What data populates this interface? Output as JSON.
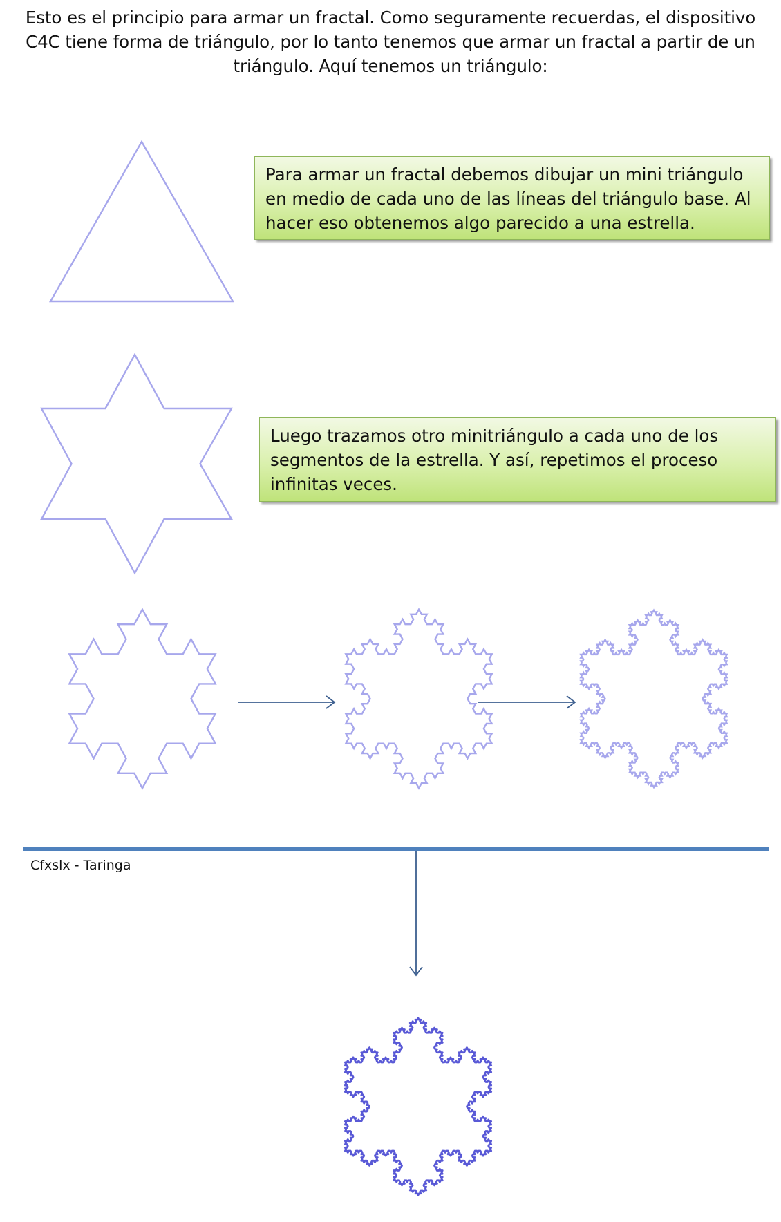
{
  "intro": {
    "text": "Esto es el principio para armar un fractal.  Como seguramente recuerdas, el dispositivo C4C tiene forma de triángulo,  por lo tanto tenemos que armar un fractal a partir de un triángulo. Aquí tenemos un triángulo:"
  },
  "notes": [
    {
      "text": "Para armar un fractal debemos dibujar un mini triángulo en medio de cada uno de las líneas del triángulo base. Al hacer eso obtenemos algo parecido a una estrella."
    },
    {
      "text": "Luego trazamos otro minitriángulo a cada uno de los segmentos de la estrella. Y así, repetimos el proceso infinitas veces."
    }
  ],
  "credit": "Cfxslx - Taringa",
  "figures": {
    "triangle": "triangle-outline",
    "star": "koch-snowflake-iteration-1",
    "snowflake_2": "koch-snowflake-iteration-2",
    "snowflake_3": "koch-snowflake-iteration-3",
    "snowflake_4": "koch-snowflake-iteration-4",
    "snowflake_final": "koch-snowflake-final"
  },
  "colors": {
    "fractal_line": "#a7a7ec",
    "fractal_final": "#5959d6",
    "note_fill": "#daf0ad",
    "note_border": "#8fb65a",
    "divider": "#4f81bd",
    "arrow": "#3d5f8f"
  },
  "icons": {
    "arrow": "arrow-right-icon",
    "arrow_down": "arrow-down-icon"
  }
}
